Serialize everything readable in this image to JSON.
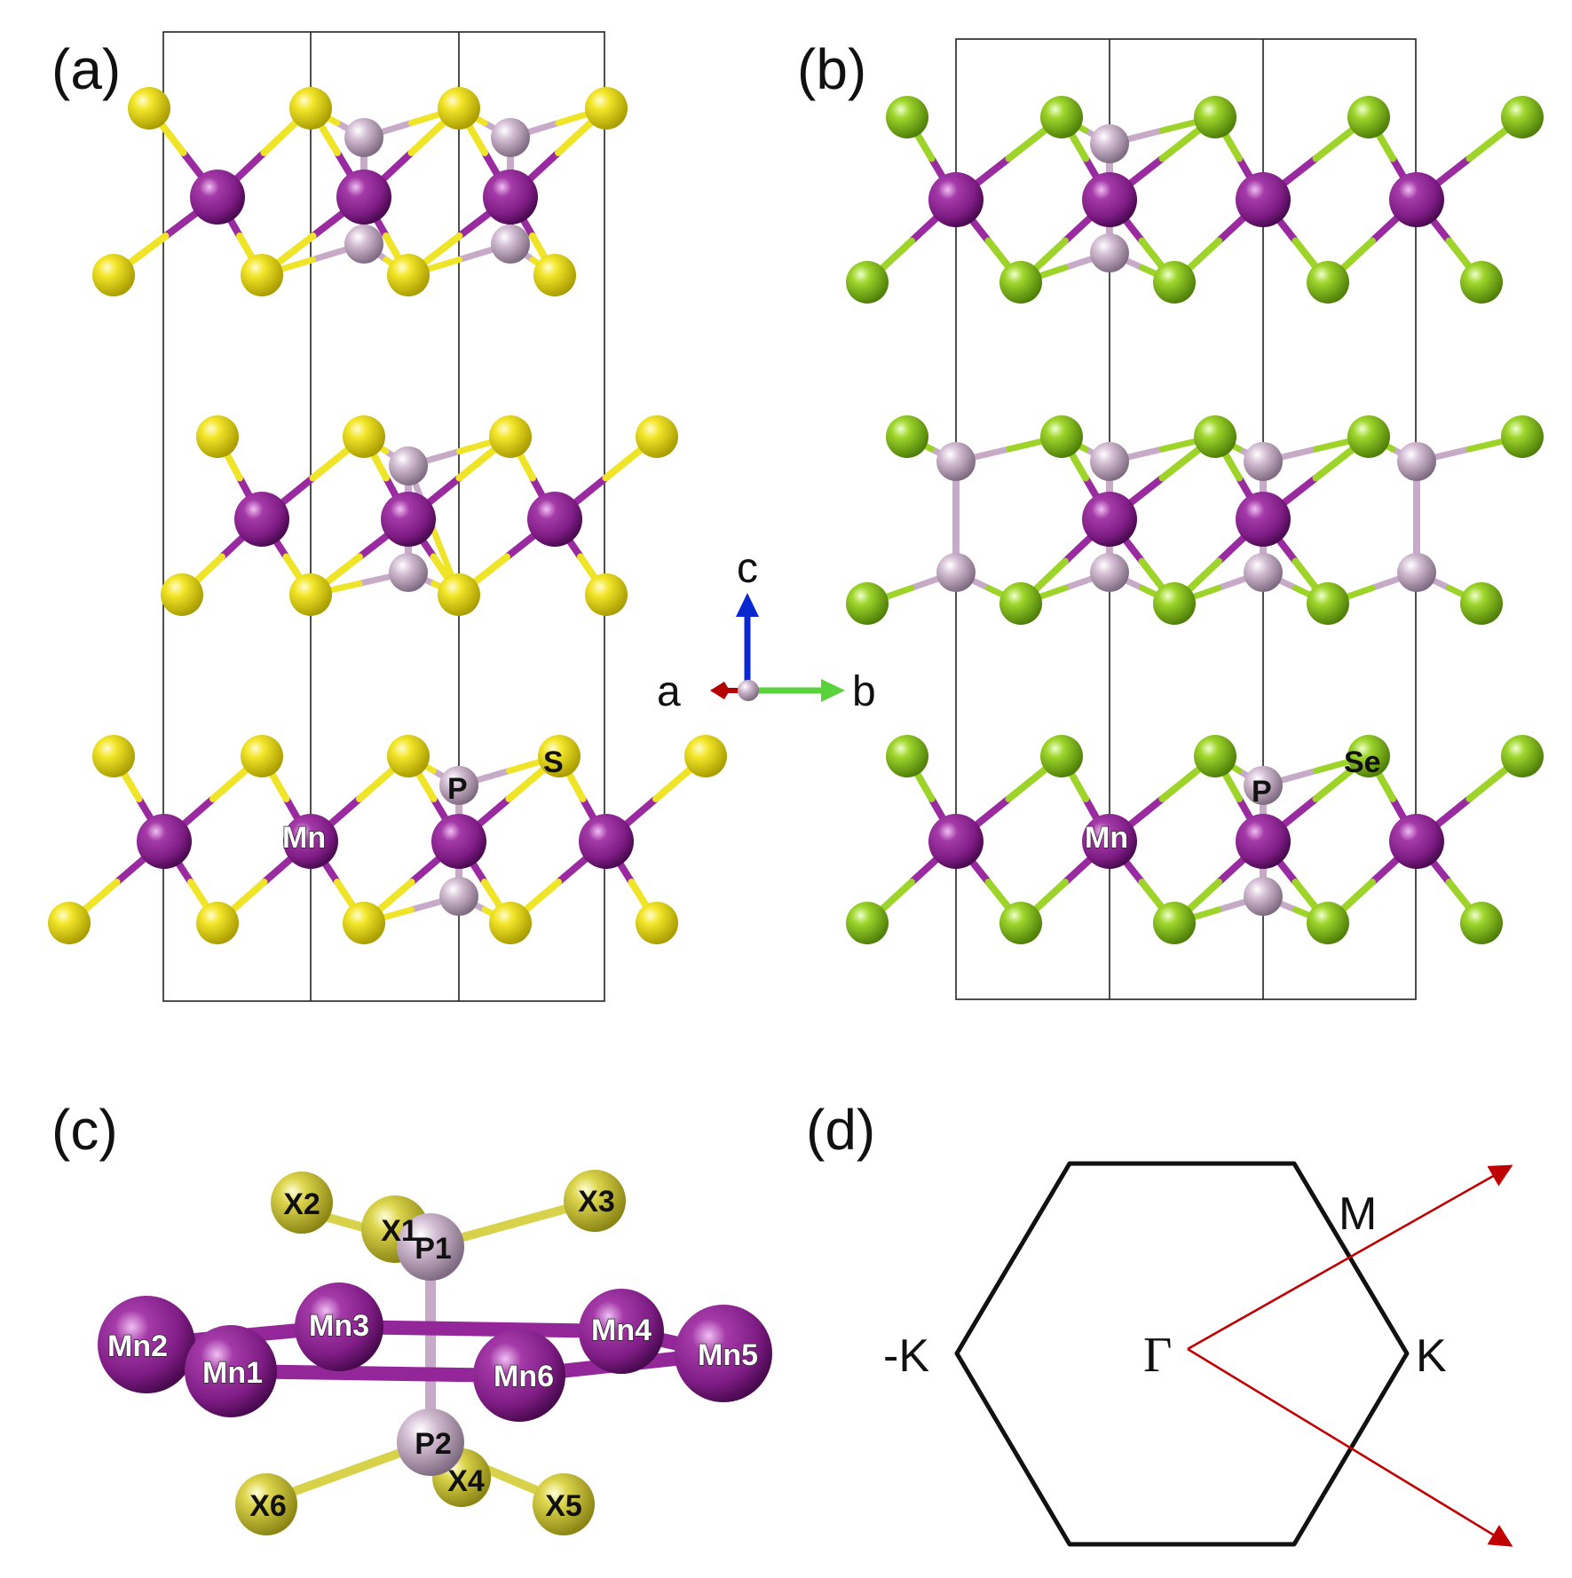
{
  "panels": {
    "a": {
      "label": "(a)",
      "chalcogen": "S",
      "atom_labels": {
        "mn": "Mn",
        "p": "P",
        "x": "S"
      }
    },
    "b": {
      "label": "(b)",
      "chalcogen": "Se",
      "atom_labels": {
        "mn": "Mn",
        "p": "P",
        "x": "Se"
      }
    },
    "c": {
      "label": "(c)",
      "atom_labels": [
        "X2",
        "X1",
        "X3",
        "P1",
        "Mn3",
        "Mn4",
        "Mn2",
        "Mn1",
        "Mn6",
        "Mn5",
        "P2",
        "X6",
        "X4",
        "X5"
      ]
    },
    "d": {
      "label": "(d)",
      "points": {
        "gamma": "Γ",
        "m": "M",
        "k": "K",
        "minus_k": "-K"
      }
    }
  },
  "axes": {
    "c": "c",
    "a": "a",
    "b": "b"
  },
  "colors": {
    "mn": "#8a1c90",
    "p": "#c4aac4",
    "s": "#f0e428",
    "se": "#9ed42a",
    "x_cluster": "#d8d24a",
    "arrow_red": "#c00000",
    "axis_c": "#0a28d2",
    "axis_b": "#5ad23c",
    "axis_a": "#b40000"
  }
}
